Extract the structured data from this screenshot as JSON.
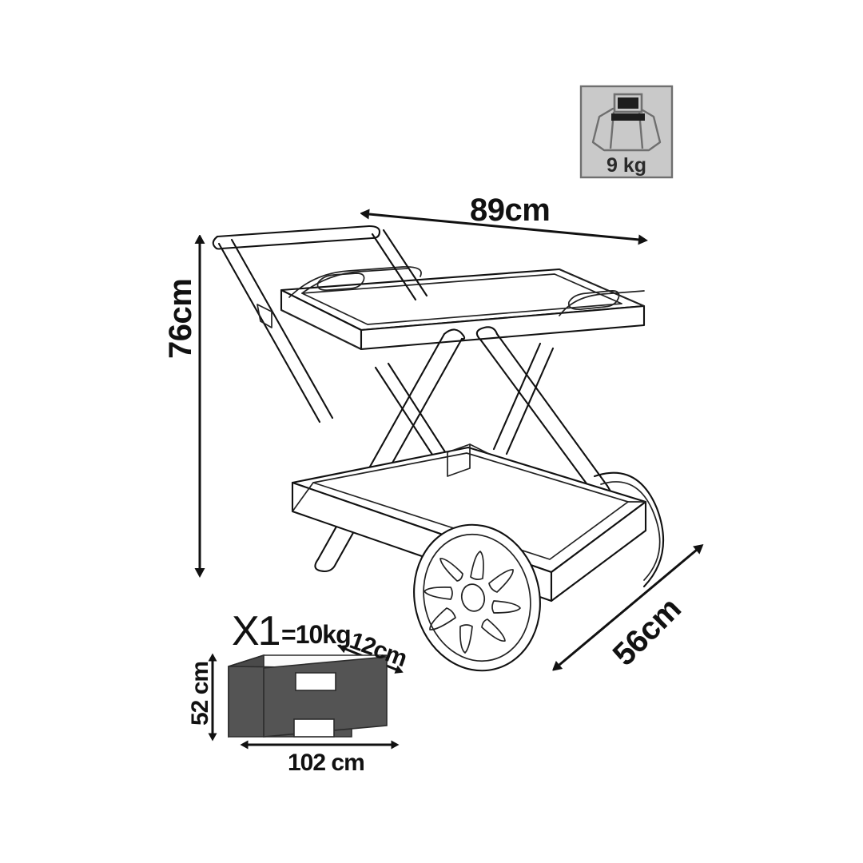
{
  "diagram": {
    "title": "Folding serving cart dimension drawing",
    "product_name": "serving-cart",
    "background_color": "#ffffff",
    "line_color": "#111111"
  },
  "dimensions": {
    "width": {
      "label": "89cm",
      "value": 89,
      "unit": "cm",
      "axis": "width"
    },
    "height": {
      "label": "76cm",
      "value": 76,
      "unit": "cm",
      "axis": "height"
    },
    "depth": {
      "label": "56cm",
      "value": 56,
      "unit": "cm",
      "axis": "depth"
    }
  },
  "packaging": {
    "quantity_label": "X1",
    "quantity_weight_label": "=10kg",
    "weight_value": 10,
    "weight_unit": "kg",
    "carton_count": 1,
    "depth": {
      "label": "12cm",
      "value": 12,
      "unit": "cm"
    },
    "height": {
      "label": "52 cm",
      "value": 52,
      "unit": "cm"
    },
    "width": {
      "label": "102 cm",
      "value": 102,
      "unit": "cm"
    },
    "box_front_color": "#545454",
    "box_side_color": "#4a4a4a",
    "box_top_color": "#fbfbfb",
    "box_label_color": "#ffffff"
  },
  "weight_badge": {
    "weight_label": "9 kg",
    "weight_value": 9,
    "weight_unit": "kg",
    "icon": "bathroom-scale-icon",
    "plate_color": "#c9c9c9",
    "border_color": "#6f6f6f",
    "screen_color": "#1d1d1d"
  }
}
